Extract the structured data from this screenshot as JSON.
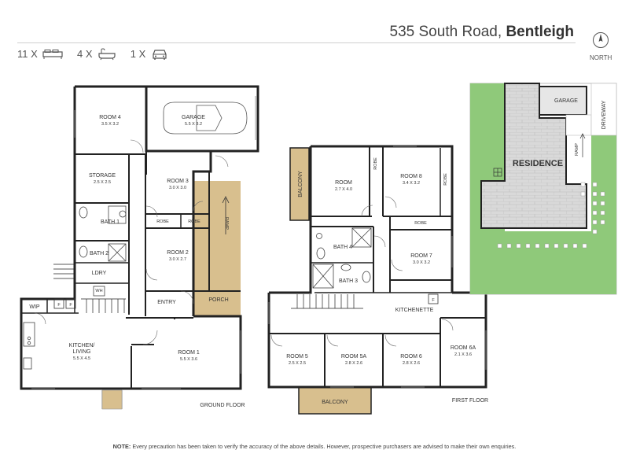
{
  "header": {
    "address_street": "535 South Road,",
    "address_suburb": "Bentleigh"
  },
  "counts": {
    "bedrooms": "11 X",
    "bathrooms": "4 X",
    "car": "1 X"
  },
  "compass": {
    "label": "NORTH"
  },
  "ground_floor": {
    "label": "GROUND FLOOR",
    "rooms": {
      "room4": [
        "ROOM 4",
        "3.5 X 3.2"
      ],
      "garage": [
        "GARAGE",
        "5.5 X 3.2"
      ],
      "storage": [
        "STORAGE",
        "2.5 X 2.5"
      ],
      "room3": [
        "ROOM 3",
        "3.0 X 3.0"
      ],
      "bath1": "BATH 1",
      "bath2": "BATH 2",
      "robe_a": "ROBE",
      "robe_b": "ROBE",
      "ramp": "RAMP",
      "room2": [
        "ROOM 2",
        "3.0 X 2.7"
      ],
      "ldry": "LDRY",
      "wh": "WH",
      "wip": "WIP",
      "f1": "F",
      "f2": "F",
      "entry": "ENTRY",
      "porch": "PORCH",
      "kitchen": [
        "KITCHEN/",
        "LIVING",
        "5.5 X 4.5"
      ],
      "room1": [
        "ROOM 1",
        "5.5 X 3.6"
      ]
    }
  },
  "first_floor": {
    "label": "FIRST FLOOR",
    "rooms": {
      "balcony_top": "BALCONY",
      "room": [
        "ROOM",
        "2.7 X 4.0"
      ],
      "robe1": "ROBE",
      "room8": [
        "ROOM 8",
        "3.4 X 3.2"
      ],
      "robe2": "ROBE",
      "robe3": "ROBE",
      "bath4": "BATH 4",
      "room7": [
        "ROOM 7",
        "3.0 X 3.2"
      ],
      "bath3": "BATH 3",
      "f": "F",
      "kitchenette": "KITCHENETTE",
      "room5": [
        "ROOM 5",
        "2.5 X 2.5"
      ],
      "room5a": [
        "ROOM 5A",
        "2.8 X 2.6"
      ],
      "room6": [
        "ROOM 6",
        "2.8 X 2.6"
      ],
      "room6a": [
        "ROOM 6A",
        "2.1 X 3.6"
      ],
      "balcony_bottom": "BALCONY"
    }
  },
  "site_plan": {
    "garage": "GARAGE",
    "driveway": "DRIVEWAY",
    "residence": "RESIDENCE",
    "ramp": "RAMP"
  },
  "note": {
    "label": "NOTE:",
    "text": "Every precaution has been taken to verify the accuracy of the above details. However, prospective purchasers are advised to make their own enquiries."
  },
  "colors": {
    "wall": "#222222",
    "porch": "#d8bf8e",
    "lawn": "#8fc97a",
    "paving": "#d8d8d8",
    "page_bg": "#ffffff"
  }
}
